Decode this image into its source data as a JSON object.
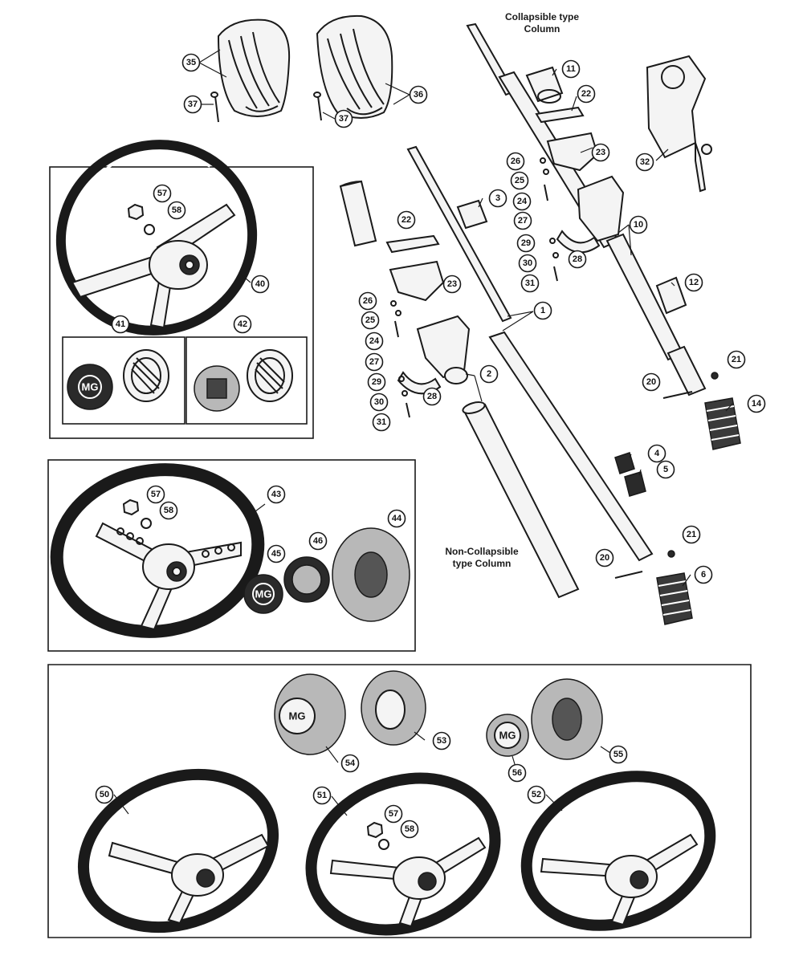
{
  "captions": {
    "collapsible_line1": "Collapsible type",
    "collapsible_line2": "Column",
    "noncollapsible_line1": "Non-Collapsible",
    "noncollapsible_line2": "type Column"
  },
  "emblem": "MG",
  "callouts": [
    "1",
    "2",
    "3",
    "4",
    "5",
    "6",
    "10",
    "11",
    "12",
    "14",
    "20",
    "21",
    "22",
    "23",
    "24",
    "25",
    "26",
    "27",
    "28",
    "29",
    "30",
    "31",
    "32",
    "35",
    "36",
    "37",
    "40",
    "41",
    "42",
    "43",
    "44",
    "45",
    "46",
    "50",
    "51",
    "52",
    "53",
    "54",
    "55",
    "56",
    "57",
    "58"
  ]
}
